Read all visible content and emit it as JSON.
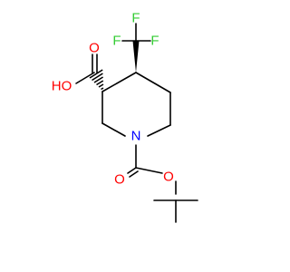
{
  "molecule": {
    "atoms": {
      "F1": {
        "symbol": "F"
      },
      "F2": {
        "symbol": "F"
      },
      "F3": {
        "symbol": "F"
      },
      "O_carbonyl_acid": {
        "symbol": "O"
      },
      "OH_acid": {
        "symbol": "HO"
      },
      "N_ring": {
        "symbol": "N"
      },
      "O_carbonyl_boc": {
        "symbol": "O"
      },
      "O_ester_boc": {
        "symbol": "O"
      }
    }
  },
  "colors": {
    "F": "#33cc33",
    "O": "#ff0000",
    "N": "#0000ff",
    "C": "#000000"
  }
}
